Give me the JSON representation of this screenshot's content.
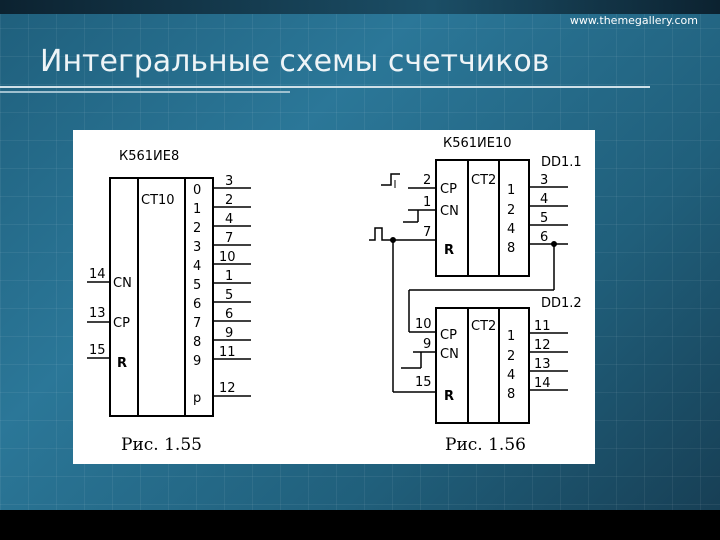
{
  "header": {
    "url": "www.themegallery.com",
    "title": "Интегральные схемы счетчиков"
  },
  "figure": {
    "left": {
      "chip_name": "К561ИЕ8",
      "func": "CT10",
      "inputs": [
        {
          "pin": "14",
          "label": "CN"
        },
        {
          "pin": "13",
          "label": "CP"
        },
        {
          "pin": "15",
          "label": "R"
        }
      ],
      "outputs": [
        {
          "idx": "0",
          "pin": "3"
        },
        {
          "idx": "1",
          "pin": "2"
        },
        {
          "idx": "2",
          "pin": "4"
        },
        {
          "idx": "3",
          "pin": "7"
        },
        {
          "idx": "4",
          "pin": "10"
        },
        {
          "idx": "5",
          "pin": "1"
        },
        {
          "idx": "6",
          "pin": "5"
        },
        {
          "idx": "7",
          "pin": "6"
        },
        {
          "idx": "8",
          "pin": "9"
        },
        {
          "idx": "9",
          "pin": "11"
        }
      ],
      "carry": {
        "label": "p",
        "pin": "12"
      },
      "caption": "Рис. 1.55"
    },
    "right": {
      "chip_name": "К561ИЕ10",
      "dd1": {
        "name": "DD1.1",
        "func": "CT2",
        "in": [
          {
            "pin": "2",
            "label": "CP"
          },
          {
            "pin": "1",
            "label": "CN"
          },
          {
            "pin": "7",
            "label": "R"
          }
        ],
        "weights": [
          "1",
          "2",
          "4",
          "8"
        ],
        "outs": [
          "3",
          "4",
          "5",
          "6"
        ]
      },
      "dd2": {
        "name": "DD1.2",
        "func": "CT2",
        "in": [
          {
            "pin": "10",
            "label": "CP"
          },
          {
            "pin": "9",
            "label": "CN"
          },
          {
            "pin": "15",
            "label": "R"
          }
        ],
        "weights": [
          "1",
          "2",
          "4",
          "8"
        ],
        "outs": [
          "11",
          "12",
          "13",
          "14"
        ]
      },
      "caption": "Рис. 1.56"
    }
  }
}
